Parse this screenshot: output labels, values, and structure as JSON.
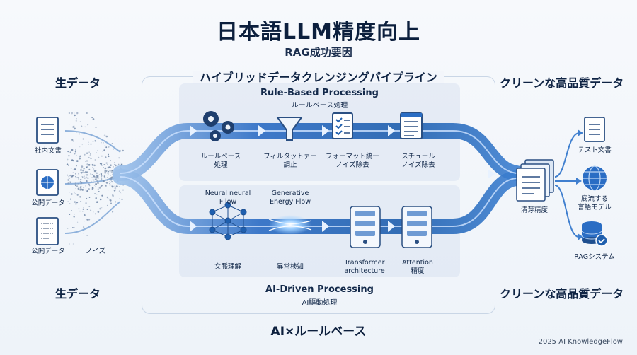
{
  "header": {
    "title": "日本語LLM精度向上",
    "subtitle": "RAG成功要因"
  },
  "left": {
    "heading_top": "生データ",
    "heading_bottom": "生データ",
    "sources": [
      "社内文書",
      "公開データ",
      "公開データ"
    ],
    "noise_label": "ノイズ"
  },
  "pipeline": {
    "title": "ハイブリッドデータクレンジングパイプライン",
    "rule": {
      "title": "Rule-Based Processing",
      "subtitle": "ルールベース処理",
      "steps": [
        {
          "line1": "ルールベース",
          "line2": "処理"
        },
        {
          "line1": "フィルタットァー",
          "line2": "調止"
        },
        {
          "line1": "フォーマット統一",
          "line2": "ノイズ除去"
        },
        {
          "line1": "スチュール",
          "line2": "ノイズ除去"
        }
      ]
    },
    "ai": {
      "title": "AI-Driven Processing",
      "subtitle": "AI驅動処理",
      "top_labels": [
        {
          "line1": "Neural neural",
          "line2": "Fllow"
        },
        {
          "line1": "Generative",
          "line2": "Energy Flow"
        }
      ],
      "steps": [
        {
          "line1": "文脈理解",
          "line2": ""
        },
        {
          "line1": "異常検知",
          "line2": ""
        },
        {
          "line1": "Transformer",
          "line2": "architecture"
        },
        {
          "line1": "Attention",
          "line2": "精度"
        }
      ]
    }
  },
  "right": {
    "heading_top": "クリーンな高品質データ",
    "heading_bottom": "クリーンな高品質データ",
    "center_label": "清芽精度",
    "outputs": [
      {
        "line1": "テスト文書",
        "line2": ""
      },
      {
        "line1": "底流する",
        "line2": "言語モデル"
      },
      {
        "line1": "RAGシステム",
        "line2": ""
      }
    ]
  },
  "bottom_title": "AI×ルールベース",
  "footer": "2025 AI KnowledgeFlow",
  "colors": {
    "accent": "#1f5fae",
    "flow": "#2b6cc4",
    "navy": "#0f2444",
    "panel": "#d8e2f0"
  }
}
